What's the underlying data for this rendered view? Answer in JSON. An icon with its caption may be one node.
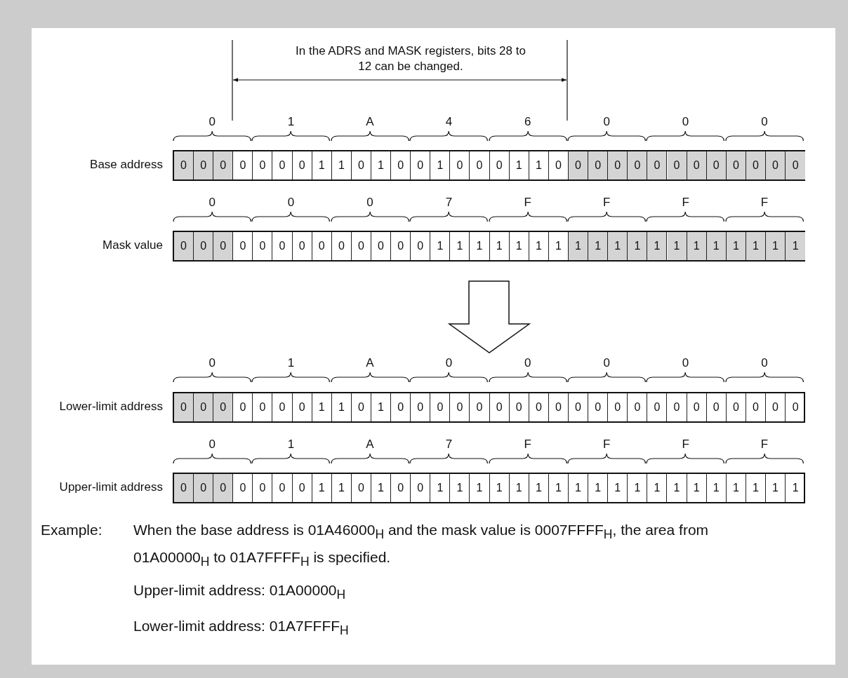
{
  "diagram": {
    "labels": [
      "In the ADRS and MASK registers, bits 28 to 12 can be changed.",
      "0",
      "1",
      "A",
      "4",
      "6",
      "0",
      "0",
      "0",
      "Base address",
      "0",
      "0",
      "0",
      "0",
      "0",
      "0",
      "0",
      "1",
      "1",
      "0",
      "1",
      "0",
      "0",
      "1",
      "0",
      "0",
      "0",
      "1",
      "1",
      "0",
      "0",
      "0",
      "0",
      "0",
      "0",
      "0",
      "0",
      "0",
      "0",
      "0",
      "0",
      "0",
      "0",
      "0",
      "0",
      "7",
      "F",
      "F",
      "F",
      "F",
      "Mask value",
      "0",
      "0",
      "0",
      "0",
      "0",
      "0",
      "0",
      "0",
      "0",
      "0",
      "0",
      "0",
      "0",
      "1",
      "1",
      "1",
      "1",
      "1",
      "1",
      "1",
      "1",
      "1",
      "1",
      "1",
      "1",
      "1",
      "1",
      "1",
      "1",
      "1",
      "1",
      "1",
      "0",
      "1",
      "A",
      "0",
      "0",
      "0",
      "0",
      "0",
      "Lower-limit address",
      "0",
      "0",
      "0",
      "0",
      "0",
      "0",
      "0",
      "1",
      "1",
      "0",
      "1",
      "0",
      "0",
      "0",
      "0",
      "0",
      "0",
      "0",
      "0",
      "0",
      "0",
      "0",
      "0",
      "0",
      "0",
      "0",
      "0",
      "0",
      "0",
      "0",
      "0",
      "0",
      "0",
      "1",
      "A",
      "7",
      "F",
      "F",
      "F",
      "F",
      "Upper-limit address",
      "0",
      "0",
      "0",
      "0",
      "0",
      "0",
      "0",
      "1",
      "1",
      "0",
      "1",
      "0",
      "0",
      "1",
      "1",
      "1",
      "1",
      "1",
      "1",
      "1",
      "1",
      "1",
      "1",
      "1",
      "1",
      "1",
      "1",
      "1",
      "1",
      "1",
      "1",
      "1",
      "Example:",
      "When the base address is 01A46000$_{H}$ and the mask value is 0007FFFF$_{H}$, the area from 01A00000$_{H}$ to 01A7FFFF$_{H}$ is specified.",
      "Upper-limit address: 01A00000$_{H}$",
      "Lower-limit address: 01A7FFFF$_{H}$"
    ]
  }
}
